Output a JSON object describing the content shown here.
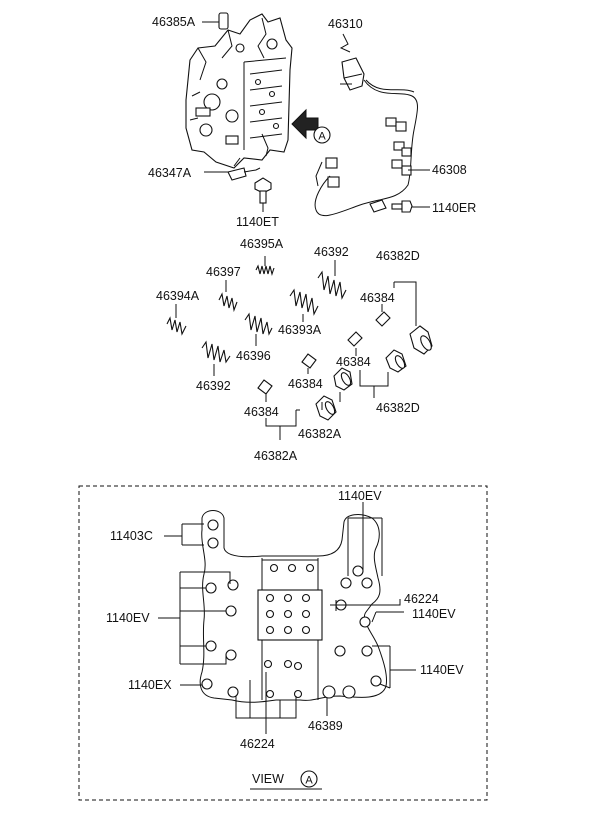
{
  "callouts": {
    "valve_body_cover": "46385A",
    "harness_connector": "46310",
    "harness": "46308",
    "harness_bolt": "1140ER",
    "shaft": "46347A",
    "bolt_et": "1140ET",
    "spring_46395A": "46395A",
    "spring_46392_top": "46392",
    "plug_46382D_top": "46382D",
    "spring_46397": "46397",
    "spring_46394A": "46394A",
    "ring_46384_top": "46384",
    "spring_46393A": "46393A",
    "spring_46396": "46396",
    "ring_46384_mid": "46384",
    "spring_46392_bottom": "46392",
    "ring_46384_lower": "46384",
    "plug_46382D_bottom": "46382D",
    "ring_46384_bottom": "46384",
    "plug_46382A_mid": "46382A",
    "plug_46382A_bottom": "46382A"
  },
  "view_a": {
    "arrow_marker": "A",
    "bolt_11403C": "11403C",
    "bolt_1140EV_top": "1140EV",
    "bolt_1140EV_left": "1140EV",
    "plug_46224_right": "46224",
    "bolt_1140EV_right": "1140EV",
    "bolt_1140EV_lower_right": "1140EV",
    "bolt_1140EX": "1140EX",
    "plug_46389": "46389",
    "plug_46224_bottom": "46224",
    "view_title": "VIEW",
    "view_letter": "A"
  }
}
